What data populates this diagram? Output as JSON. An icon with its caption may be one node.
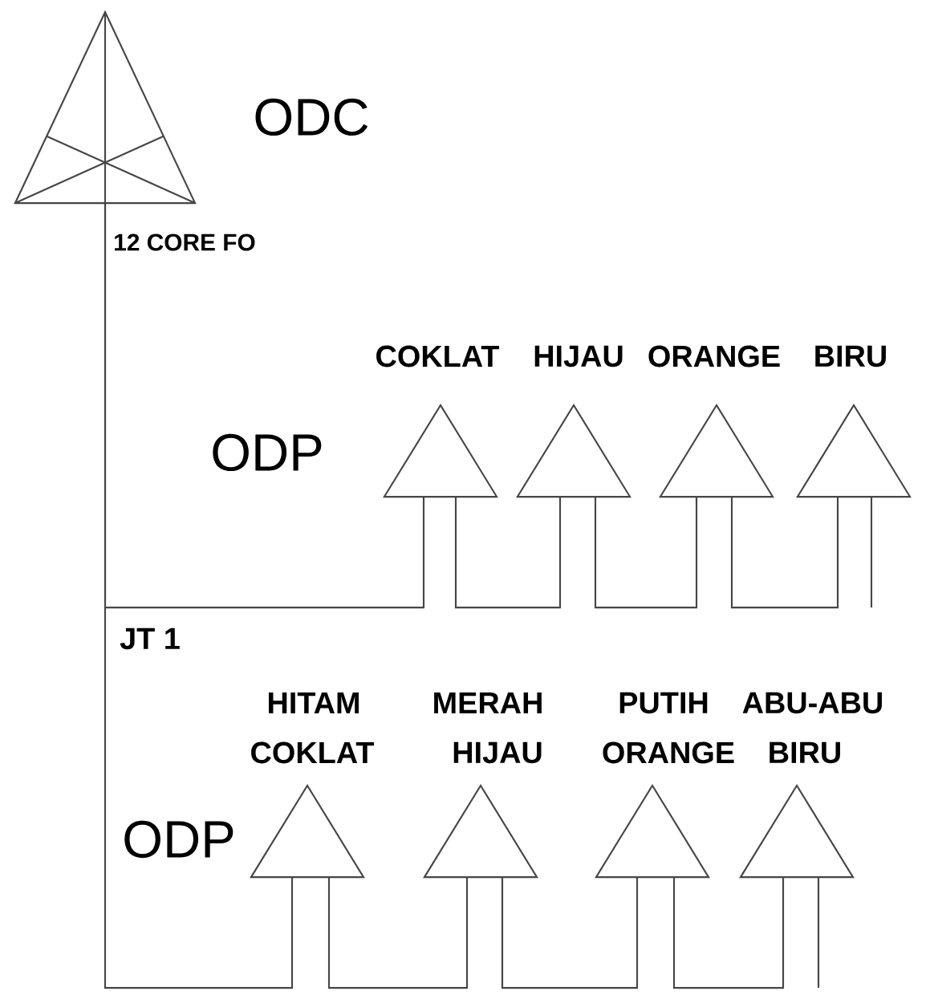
{
  "diagram": {
    "nodes": [
      {
        "text": [],
        "shape": "triangle",
        "beside": [
          "ODC"
        ]
      },
      {
        "text": [],
        "shape": "triangle",
        "beside": [
          "COKLAT"
        ]
      },
      {
        "text": [],
        "shape": "triangle",
        "beside": [
          "HIJAU"
        ]
      },
      {
        "text": [],
        "shape": "triangle",
        "beside": [
          "ORANGE"
        ]
      },
      {
        "text": [],
        "shape": "triangle",
        "beside": [
          "BIRU"
        ]
      },
      {
        "text": [],
        "shape": "triangle",
        "beside": [
          "HITAM",
          "COKLAT"
        ]
      },
      {
        "text": [],
        "shape": "triangle",
        "beside": [
          "MERAH",
          "HIJAU"
        ]
      },
      {
        "text": [],
        "shape": "triangle",
        "beside": [
          "PUTIH",
          "ORANGE"
        ]
      },
      {
        "text": [],
        "shape": "triangle",
        "beside": [
          "ABU-ABU",
          "BIRU"
        ]
      }
    ],
    "edges": [
      {
        "from": 0,
        "to": 1,
        "arrow": "none"
      },
      {
        "from": 0,
        "to": 5,
        "arrow": "none"
      },
      {
        "from": 1,
        "to": 2,
        "arrow": "none"
      },
      {
        "from": 2,
        "to": 3,
        "arrow": "none"
      },
      {
        "from": 3,
        "to": 4,
        "arrow": "none"
      },
      {
        "from": 4,
        "to": null,
        "arrow": "none"
      },
      {
        "from": 5,
        "to": 6,
        "arrow": "none"
      },
      {
        "from": 6,
        "to": 7,
        "arrow": "none"
      },
      {
        "from": 7,
        "to": 8,
        "arrow": "none"
      },
      {
        "from": 8,
        "to": null,
        "arrow": "none"
      }
    ],
    "labels": [
      "12 CORE FO",
      "ODP",
      "JT 1",
      "ODP"
    ]
  }
}
